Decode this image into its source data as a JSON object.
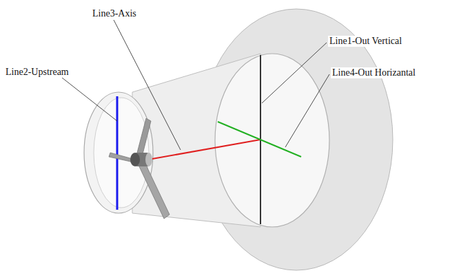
{
  "diagram": {
    "labels": [
      "Line3-Axis",
      "Line2-Upstream",
      "Line1-Out Vertical",
      "Line4-Out Horizantal"
    ]
  }
}
